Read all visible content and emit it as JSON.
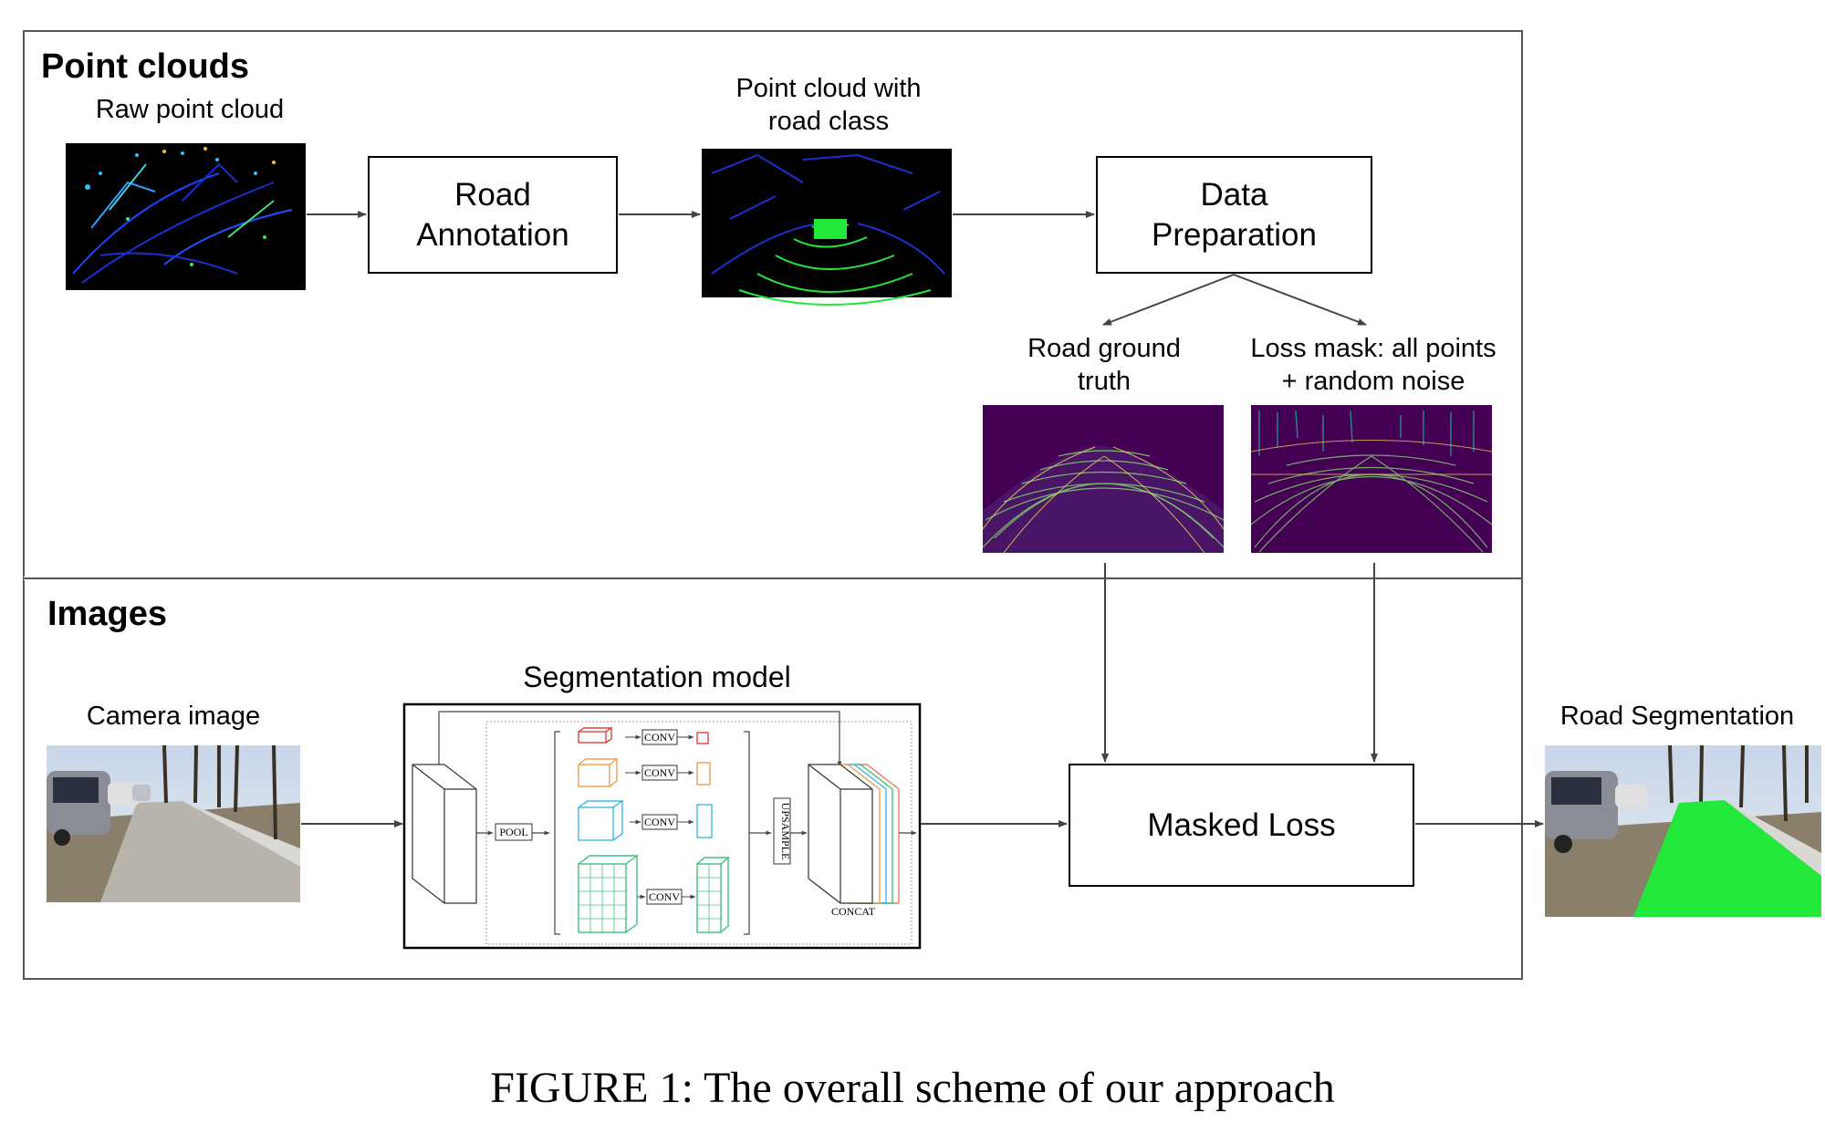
{
  "sections": {
    "point_clouds": "Point clouds",
    "images": "Images"
  },
  "labels": {
    "raw_point_cloud": "Raw point cloud",
    "point_cloud_with_road_class": "Point cloud with\nroad class",
    "road_ground_truth": "Road ground\ntruth",
    "loss_mask": "Loss mask: all points\n+ random noise",
    "camera_image": "Camera image",
    "segmentation_model": "Segmentation model",
    "road_segmentation": "Road Segmentation"
  },
  "boxes": {
    "road_annotation": "Road\nAnnotation",
    "data_preparation": "Data\nPreparation",
    "masked_loss": "Masked Loss"
  },
  "model_labels": {
    "pool": "POOL",
    "conv": "CONV",
    "upsample": "UPSAMPLE",
    "concat": "CONCAT"
  },
  "caption": "FIGURE 1: The overall scheme of our approach",
  "colors": {
    "road_green": "#22e83a",
    "mask_purple": "#440154",
    "pc_blue": "#1a2fd0",
    "branch_red": "#e04040",
    "branch_orange": "#f0a050",
    "branch_cyan": "#40b8e0",
    "branch_green": "#40c080"
  }
}
